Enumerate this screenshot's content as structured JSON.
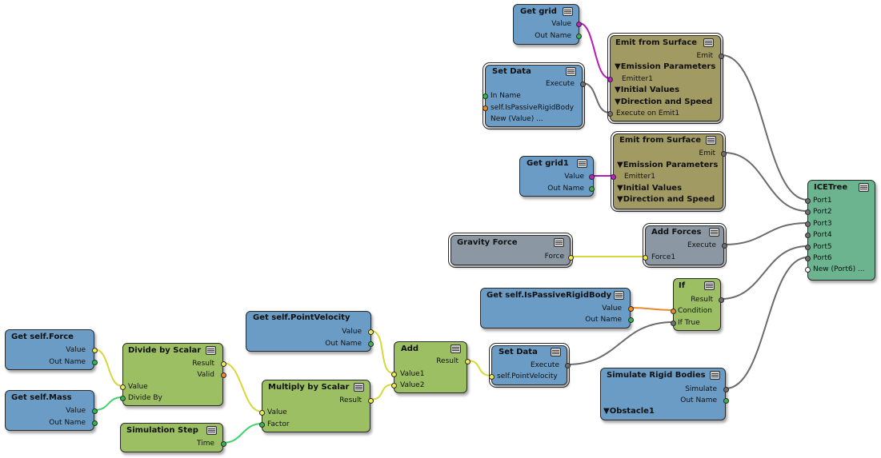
{
  "colors": {
    "canvas": "#ffffff",
    "node_blue": "#6a9cc6",
    "node_green": "#9cbf63",
    "node_olive": "#a29a63",
    "node_gray": "#8b98a4",
    "node_teal": "#6cb38f",
    "wire_magenta": "#b21cb8",
    "wire_yellow": "#d6d83a",
    "wire_green": "#3ed36e",
    "wire_orange": "#e8892a",
    "wire_gray": "#6b6b6b",
    "port_yellow": "#f0ea4c",
    "port_green": "#34b84d",
    "port_magenta": "#bd22c6",
    "port_orange": "#f08a22",
    "port_gray": "#707070",
    "port_white": "#ffffff"
  },
  "nodes": {
    "get_grid": {
      "title": "Get grid",
      "ports": {
        "value": "Value",
        "out_name": "Out Name"
      }
    },
    "emit_surface_1": {
      "title": "Emit from Surface",
      "ports": {
        "emit": "Emit",
        "emitter1": "Emitter1",
        "execute_on_emit1": "Execute on Emit1"
      },
      "sections": {
        "emission": "▼Emission Parameters",
        "initial": "▼Initial Values",
        "direction": "▼Direction and Speed"
      }
    },
    "set_data_top": {
      "title": "Set Data",
      "ports": {
        "execute": "Execute",
        "in_name": "In Name",
        "passive": "self.IsPassiveRigidBody",
        "new_value": "New (Value) ..."
      }
    },
    "emit_surface_2": {
      "title": "Emit from Surface",
      "ports": {
        "emit": "Emit",
        "emitter1": "Emitter1"
      },
      "sections": {
        "emission": "▼Emission Parameters",
        "initial": "▼Initial Values",
        "direction": "▼Direction and Speed"
      }
    },
    "get_grid1": {
      "title": "Get grid1",
      "ports": {
        "value": "Value",
        "out_name": "Out Name"
      }
    },
    "gravity_force": {
      "title": "Gravity Force",
      "ports": {
        "force": "Force"
      }
    },
    "add_forces": {
      "title": "Add Forces",
      "ports": {
        "execute": "Execute",
        "force1": "Force1"
      }
    },
    "ice_tree": {
      "title": "ICETree",
      "ports": [
        "Port1",
        "Port2",
        "Port3",
        "Port4",
        "Port5",
        "Port6",
        "New (Port6) ..."
      ]
    },
    "get_passive": {
      "title": "Get self.IsPassiveRigidBody",
      "ports": {
        "value": "Value",
        "out_name": "Out Name"
      }
    },
    "if_node": {
      "title": "If",
      "ports": {
        "result": "Result",
        "condition": "Condition",
        "if_true": "If True"
      }
    },
    "get_point_velocity": {
      "title": "Get self.PointVelocity",
      "ports": {
        "value": "Value",
        "out_name": "Out Name"
      }
    },
    "get_force": {
      "title": "Get self.Force",
      "ports": {
        "value": "Value",
        "out_name": "Out Name"
      }
    },
    "divide_scalar": {
      "title": "Divide by Scalar",
      "ports": {
        "result": "Result",
        "valid": "Valid",
        "value": "Value",
        "divide_by": "Divide By"
      }
    },
    "add": {
      "title": "Add",
      "ports": {
        "result": "Result",
        "value1": "Value1",
        "value2": "Value2"
      }
    },
    "set_data_bottom": {
      "title": "Set Data",
      "ports": {
        "execute": "Execute",
        "point_velocity": "self.PointVelocity"
      }
    },
    "get_mass": {
      "title": "Get self.Mass",
      "ports": {
        "value": "Value",
        "out_name": "Out Name"
      }
    },
    "multiply_scalar": {
      "title": "Multiply by Scalar",
      "ports": {
        "result": "Result",
        "value": "Value",
        "factor": "Factor"
      }
    },
    "simulation_step": {
      "title": "Simulation Step",
      "ports": {
        "time": "Time"
      }
    },
    "simulate_rigid": {
      "title": "Simulate Rigid Bodies",
      "ports": {
        "simulate": "Simulate",
        "out_name": "Out Name",
        "obstacle1": "▼Obstacle1"
      }
    }
  }
}
